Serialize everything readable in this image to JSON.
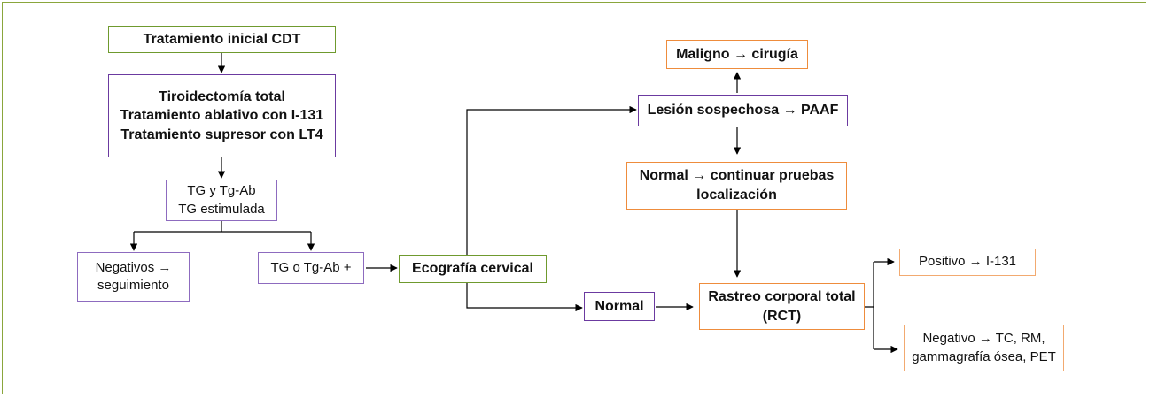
{
  "colors": {
    "frame_border": "#8aa63c",
    "green_box": "#6f9a2e",
    "purple_box": "#6b3aa0",
    "orange_box": "#ee8c3c",
    "arrow": "#000000"
  },
  "nodes": {
    "tratamiento_inicial": {
      "lines": [
        "Tratamiento inicial CDT"
      ]
    },
    "tratamiento_detalle": {
      "lines": [
        "Tiroidectomía total",
        "Tratamiento ablativo con I-131",
        "Tratamiento supresor con LT4"
      ]
    },
    "tg_tgab": {
      "lines": [
        "TG y Tg-Ab",
        "TG estimulada"
      ]
    },
    "negativos": {
      "lines": [
        "Negativos →",
        "seguimiento"
      ]
    },
    "tg_positivo": {
      "lines": [
        "TG o Tg-Ab +"
      ]
    },
    "ecografia": {
      "lines": [
        "Ecografía cervical"
      ]
    },
    "normal": {
      "lines": [
        "Normal"
      ]
    },
    "lesion": {
      "lines": [
        "Lesión sospechosa → PAAF"
      ]
    },
    "maligno": {
      "lines": [
        "Maligno → cirugía"
      ]
    },
    "normal_continuar": {
      "lines": [
        "Normal → continuar pruebas",
        "localización"
      ]
    },
    "rct": {
      "lines": [
        "Rastreo corporal total",
        "(RCT)"
      ]
    },
    "positivo": {
      "lines": [
        "Positivo → I-131"
      ]
    },
    "negativo": {
      "lines": [
        "Negativo → TC, RM,",
        "gammagrafía ósea, PET"
      ]
    }
  }
}
